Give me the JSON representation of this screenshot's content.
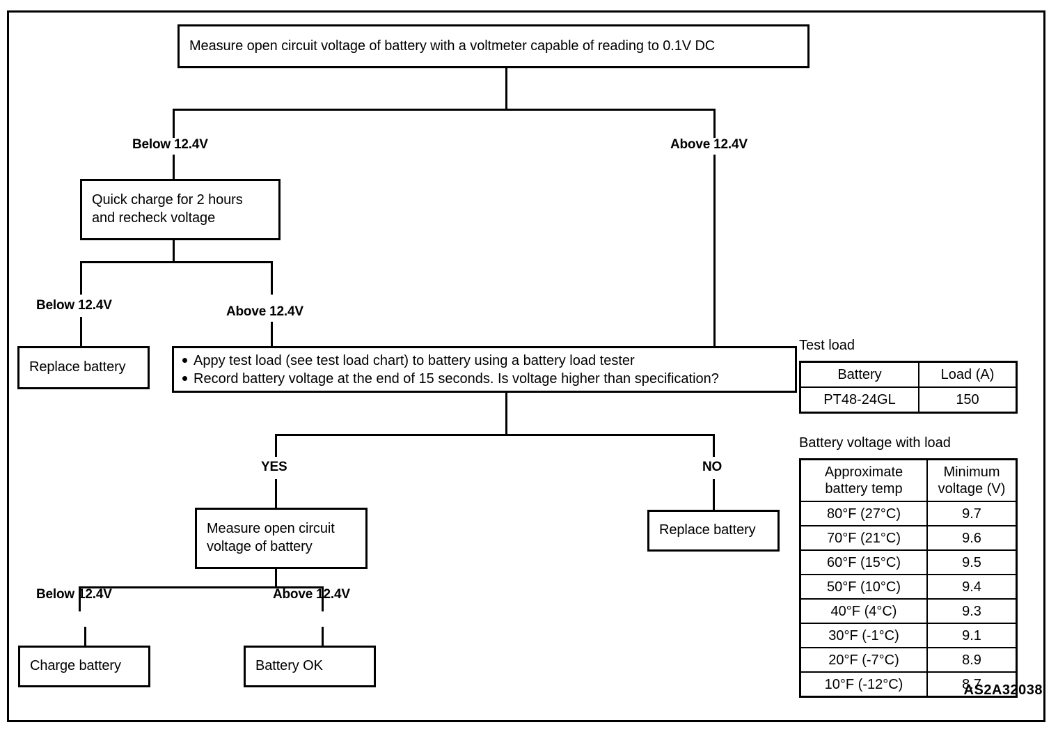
{
  "diagram": {
    "reference_code": "AS2A32038",
    "nodes": {
      "start": "Measure open circuit voltage of battery with a voltmeter capable of reading  to 0.1V DC",
      "quick_charge": "Quick charge for 2 hours\nand recheck voltage",
      "replace_battery_left": "Replace battery",
      "replace_battery_right": "Replace battery",
      "measure_ocv": "Measure open circuit\nvoltage of battery",
      "charge_battery": "Charge battery",
      "battery_ok": "Battery OK",
      "load_test_bullets": [
        "Appy test load (see test load chart) to battery using a battery load tester",
        "Record battery voltage at the end of 15 seconds. Is voltage higher than specification?"
      ]
    },
    "branch_labels": {
      "top_below": "Below 12.4V",
      "top_above": "Above 12.4V",
      "recheck_below": "Below 12.4V",
      "recheck_above": "Above 12.4V",
      "yes": "YES",
      "no": "NO",
      "final_below": "Below 12.4V",
      "final_above": "Above 12.4V"
    }
  },
  "test_load_table": {
    "caption": "Test load",
    "headers": [
      "Battery",
      "Load (A)"
    ],
    "rows": [
      [
        "PT48-24GL",
        "150"
      ]
    ]
  },
  "voltage_table": {
    "caption": "Battery voltage with load",
    "headers": [
      "Approximate\nbattery temp",
      "Minimum\nvoltage (V)"
    ],
    "header_lines": [
      [
        "Approximate",
        "battery temp"
      ],
      [
        "Minimum",
        "voltage (V)"
      ]
    ],
    "rows": [
      [
        "80°F (27°C)",
        "9.7"
      ],
      [
        "70°F (21°C)",
        "9.6"
      ],
      [
        "60°F (15°C)",
        "9.5"
      ],
      [
        "50°F (10°C)",
        "9.4"
      ],
      [
        "40°F (4°C)",
        "9.3"
      ],
      [
        "30°F (-1°C)",
        "9.1"
      ],
      [
        "20°F (-7°C)",
        "8.9"
      ],
      [
        "10°F (-12°C)",
        "8.7"
      ]
    ]
  },
  "colors": {
    "line": "#000000",
    "background": "#ffffff"
  }
}
